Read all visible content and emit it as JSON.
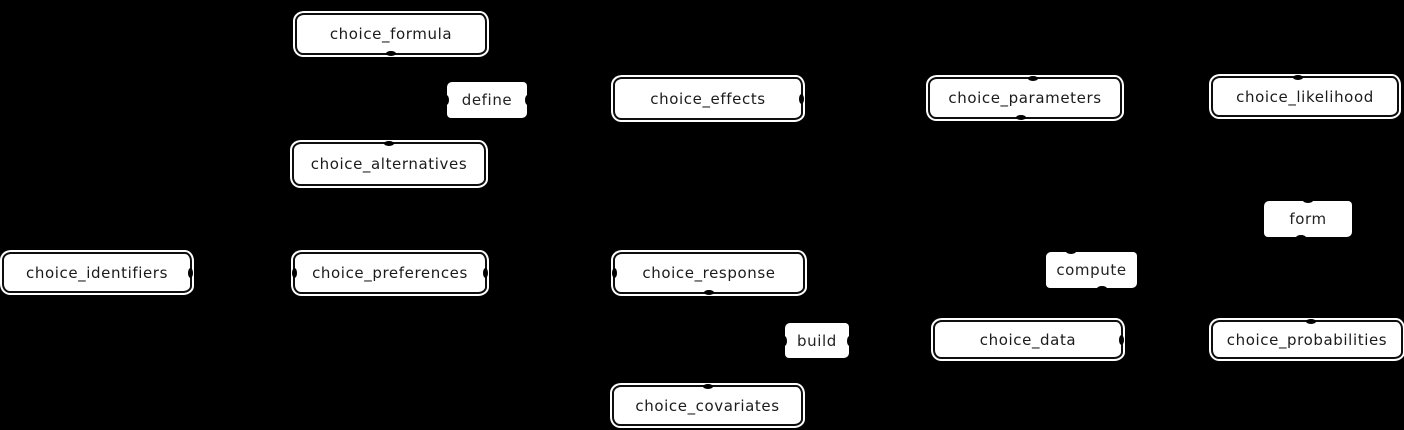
{
  "diagram": {
    "type": "dependency-graph",
    "colors": {
      "background": "#000000",
      "node_fill": "#ffffff",
      "node_border": "#0e0e0e",
      "node_outer_stroke": "#ffffff",
      "text": "#1b1b1b"
    },
    "nodes": [
      {
        "id": "choice_formula",
        "label": "choice_formula"
      },
      {
        "id": "choice_effects",
        "label": "choice_effects"
      },
      {
        "id": "choice_parameters",
        "label": "choice_parameters"
      },
      {
        "id": "choice_likelihood",
        "label": "choice_likelihood"
      },
      {
        "id": "choice_alternatives",
        "label": "choice_alternatives"
      },
      {
        "id": "choice_identifiers",
        "label": "choice_identifiers"
      },
      {
        "id": "choice_preferences",
        "label": "choice_preferences"
      },
      {
        "id": "choice_response",
        "label": "choice_response"
      },
      {
        "id": "choice_data",
        "label": "choice_data"
      },
      {
        "id": "choice_probabilities",
        "label": "choice_probabilities"
      },
      {
        "id": "choice_covariates",
        "label": "choice_covariates"
      }
    ],
    "edge_labels": [
      {
        "id": "define",
        "label": "define"
      },
      {
        "id": "form",
        "label": "form"
      },
      {
        "id": "compute",
        "label": "compute"
      },
      {
        "id": "build",
        "label": "build"
      }
    ]
  }
}
